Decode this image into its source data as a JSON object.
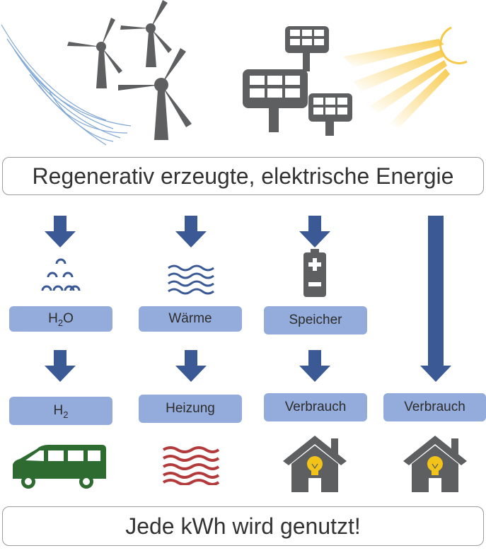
{
  "header": {
    "title": "Regenerativ erzeugte, elektrische Energie"
  },
  "footer": {
    "title": "Jede kWh wird genutzt!"
  },
  "columns": [
    {
      "first_main": "H",
      "first_sub": "2",
      "first_tail": "O",
      "second_main": "H",
      "second_sub": "2"
    },
    {
      "first": "Wärme",
      "second": "Heizung"
    },
    {
      "first": "Speicher",
      "second": "Verbrauch"
    },
    {
      "direct": "Verbrauch"
    }
  ],
  "colors": {
    "arrow": "#3b5a95",
    "pill": "#94acdc",
    "van": "#2e6b31",
    "heat": "#b23a3a",
    "wind_lines": "#7fa7d4",
    "sun": "#f7c948",
    "panel": "#5d5f61",
    "bulb": "#f2c318"
  },
  "icons": [
    "wind-turbine-icon",
    "wind-gust-icon",
    "solar-panel-icon",
    "sun-icon",
    "droplets-icon",
    "waves-icon",
    "battery-icon",
    "van-icon",
    "heat-waves-icon",
    "house-bulb-icon"
  ]
}
